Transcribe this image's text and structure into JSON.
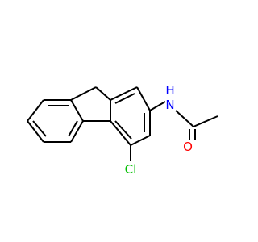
{
  "structure": {
    "colors": {
      "bond": "#000000",
      "carbon_label": "#000000",
      "nitrogen": "#0000ff",
      "oxygen": "#ff0000",
      "chlorine": "#00bf00"
    },
    "atoms": {
      "nitrogen": "N",
      "hydrogen": "H",
      "oxygen": "O",
      "chlorine": "Cl"
    }
  }
}
